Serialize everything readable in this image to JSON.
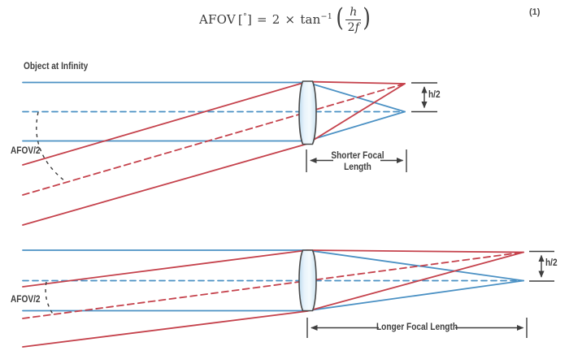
{
  "equation": {
    "function_name": "AFOV",
    "bracket_open": "[",
    "degree_symbol": "°",
    "bracket_close": "]",
    "equals_sign": "=",
    "coefficient": "2",
    "times_sign": "×",
    "trig_function": "tan",
    "exponent": "−1",
    "paren_open": "(",
    "numerator": "h",
    "denominator_coefficient": "2",
    "denominator_variable": "f",
    "paren_close": ")",
    "equation_number": "(1)"
  },
  "labels": {
    "object_at_infinity": "Object at Infinity",
    "afov_half_top": "AFOV/2",
    "afov_half_bottom": "AFOV/2",
    "image_height_top": "h/2",
    "image_height_bottom": "h/2",
    "shorter_focal_line1": "Shorter Focal",
    "shorter_focal_line2": "Length",
    "longer_focal": "Longer Focal Length"
  },
  "colors": {
    "ray_blue": "#4B91C4",
    "ray_red": "#C5424C",
    "annotation_dark": "#3E3E3E",
    "lens_fill_light": "#F4FAFD",
    "lens_fill_shade": "#BFDCEF"
  }
}
